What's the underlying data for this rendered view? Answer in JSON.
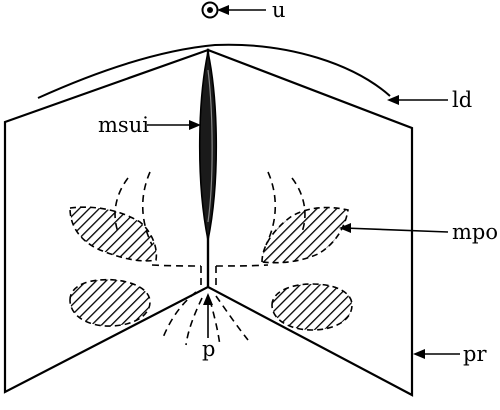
{
  "figure": {
    "labels": {
      "u": "u",
      "ld": "ld",
      "msui": "msui",
      "mpo": "mpo",
      "pr": "pr",
      "p": "p"
    }
  }
}
